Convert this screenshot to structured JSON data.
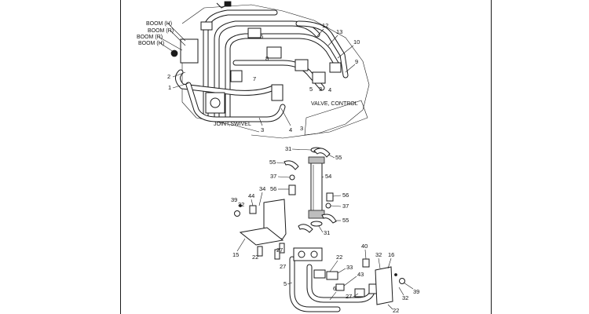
{
  "upper_assembly": {
    "boom_labels": [
      "BOOM (H)",
      "BOOM (R)",
      "BOOM (R)",
      "BOOM (H)"
    ],
    "joint_label": "JOINT,SWIVEL",
    "valve_label": "VALVE, CONTROL",
    "callouts": [
      "12",
      "13",
      "10",
      "9",
      "6",
      "7",
      "8",
      "5",
      "3",
      "4",
      "2",
      "1",
      "3",
      "4",
      "3"
    ]
  },
  "lower_assembly": {
    "callouts": [
      "31",
      "55",
      "55",
      "37",
      "54",
      "56",
      "56",
      "37",
      "55",
      "31",
      "44",
      "34",
      "39",
      "32",
      "15",
      "22",
      "27",
      "27",
      "22",
      "33",
      "43",
      "5",
      "6",
      "27",
      "40",
      "32",
      "16",
      "39",
      "32",
      "22"
    ]
  }
}
